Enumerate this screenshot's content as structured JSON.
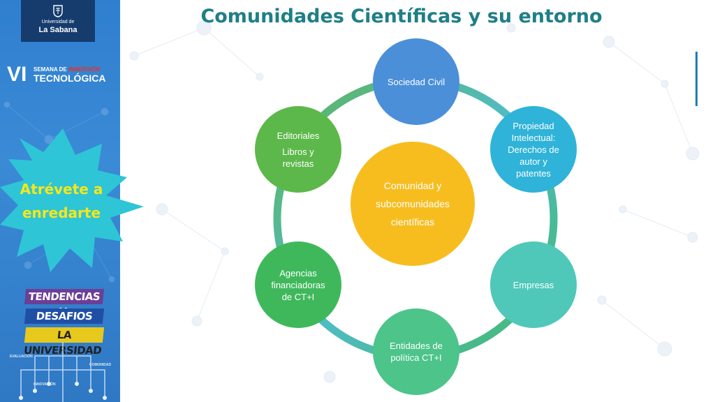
{
  "title": "Comunidades Científicas y su entorno",
  "sidebar": {
    "logo": {
      "small": "Universidad de",
      "name": "La Sabana"
    },
    "event": {
      "roman": "VI",
      "line1_a": "SEMANA DE ",
      "line1_b": "INMERSIÓN",
      "line2": "TECNOLÓGICA"
    },
    "star_lines": [
      "Atrévete a",
      "enredarte"
    ],
    "badges": [
      "TENDENCIAS Y",
      "DESAFIOS PARA",
      "LA UNIVERSIDAD"
    ],
    "tree_labels": [
      "EVALUACIÓN",
      "COMUNIDAD",
      "INNOVACIÓN"
    ]
  },
  "diagram": {
    "center": {
      "lines": [
        "Comunidad y",
        "subcomunidades",
        "científicas"
      ]
    },
    "nodes": [
      {
        "id": "sociedad-civil",
        "lines": [
          "Sociedad Civil"
        ]
      },
      {
        "id": "propiedad-intelectual",
        "lines": [
          "Propiedad",
          "Intelectual:",
          "Derechos de",
          "autor y",
          "patentes"
        ]
      },
      {
        "id": "empresas",
        "lines": [
          "Empresas"
        ]
      },
      {
        "id": "entidades-politica",
        "lines": [
          "Entidades de",
          "política CT+I"
        ]
      },
      {
        "id": "agencias",
        "lines": [
          "Agencias",
          "financiadoras",
          "de CT+I"
        ]
      },
      {
        "id": "editoriales",
        "lines": [
          "Editoriales",
          "Libros y",
          "revistas"
        ]
      }
    ]
  },
  "colors": {
    "title": "#1f7f86",
    "sidebar": "#2f7fcf",
    "star": "#2ec5d6",
    "star_text": "#f6e71a",
    "center": "#f7bd1f",
    "ring": [
      "#4b8fd9",
      "#2fb3d8",
      "#4fc8b9",
      "#4cc48a",
      "#3fb85c",
      "#5cb84a"
    ]
  }
}
